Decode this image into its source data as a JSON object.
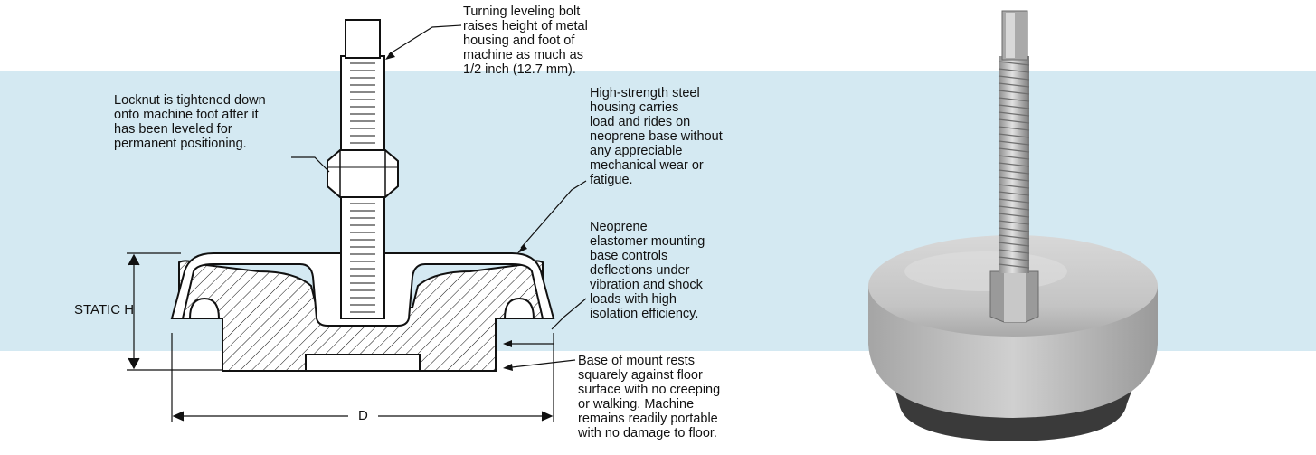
{
  "callouts": {
    "bolt": "Turning leveling bolt\nraises height of metal\nhousing and foot of\nmachine as much as\n1/2 inch (12.7 mm).",
    "locknut": "Locknut is tightened down\nonto machine foot after it\nhas been leveled for\npermanent positioning.",
    "housing": "High-strength steel\nhousing carries\nload and rides on\nneoprene base without\nany appreciable\nmechanical wear or\nfatigue.",
    "neoprene": "Neoprene\nelastomer mounting\nbase controls\ndeflections under\nvibration and shock\nloads with high\nisolation efficiency.",
    "base": "Base of mount rests\nsquarely against floor\nsurface with no creeping\nor walking.  Machine\nremains readily portable\nwith no damage to floor."
  },
  "dimensions": {
    "static_h": "STATIC  H",
    "d": "D"
  },
  "colors": {
    "band": "#d4e9f2",
    "housing_fill": "#c9c9c9",
    "rubber": "#3a3a3a",
    "bolt": "#b8b8b8",
    "line": "#111111"
  }
}
